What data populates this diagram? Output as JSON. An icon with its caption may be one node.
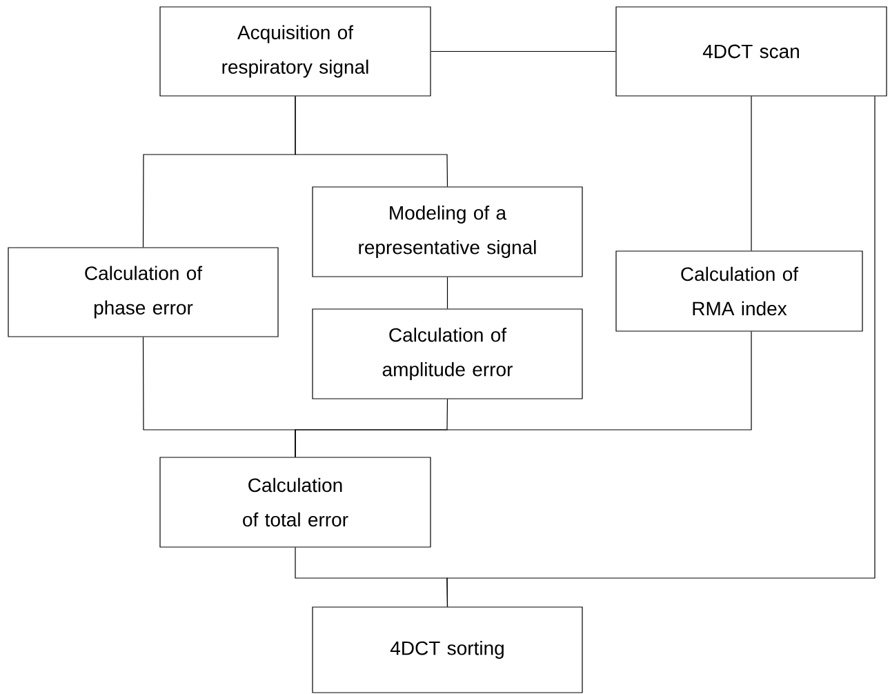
{
  "diagram": {
    "nodes": [
      {
        "text": [
          "Acquisition of respiratory signal"
        ]
      },
      {
        "text": [
          "4DCT scan"
        ]
      },
      {
        "text": [
          "Calculation of phase error"
        ]
      },
      {
        "text": [
          "Modeling of a representative signal"
        ]
      },
      {
        "text": [
          "Calculation of amplitude error"
        ]
      },
      {
        "text": [
          "Calculation of RMA index"
        ]
      },
      {
        "text": [
          "Calculation of total error"
        ]
      },
      {
        "text": [
          "4DCT sorting"
        ]
      }
    ],
    "edges": [
      {
        "from": 0,
        "to": 1,
        "arrow": "none"
      },
      {
        "from": 0,
        "to": 2,
        "arrow": "none"
      },
      {
        "from": 0,
        "to": 3,
        "arrow": "none"
      },
      {
        "from": 3,
        "to": 4,
        "arrow": "none"
      },
      {
        "from": 1,
        "to": 5,
        "arrow": "none"
      },
      {
        "from": 2,
        "to": 6,
        "arrow": "none"
      },
      {
        "from": 4,
        "to": 6,
        "arrow": "none"
      },
      {
        "from": 5,
        "to": 6,
        "arrow": "none"
      },
      {
        "from": 6,
        "to": 7,
        "arrow": "none"
      },
      {
        "from": 1,
        "to": 7,
        "arrow": "none"
      }
    ]
  }
}
